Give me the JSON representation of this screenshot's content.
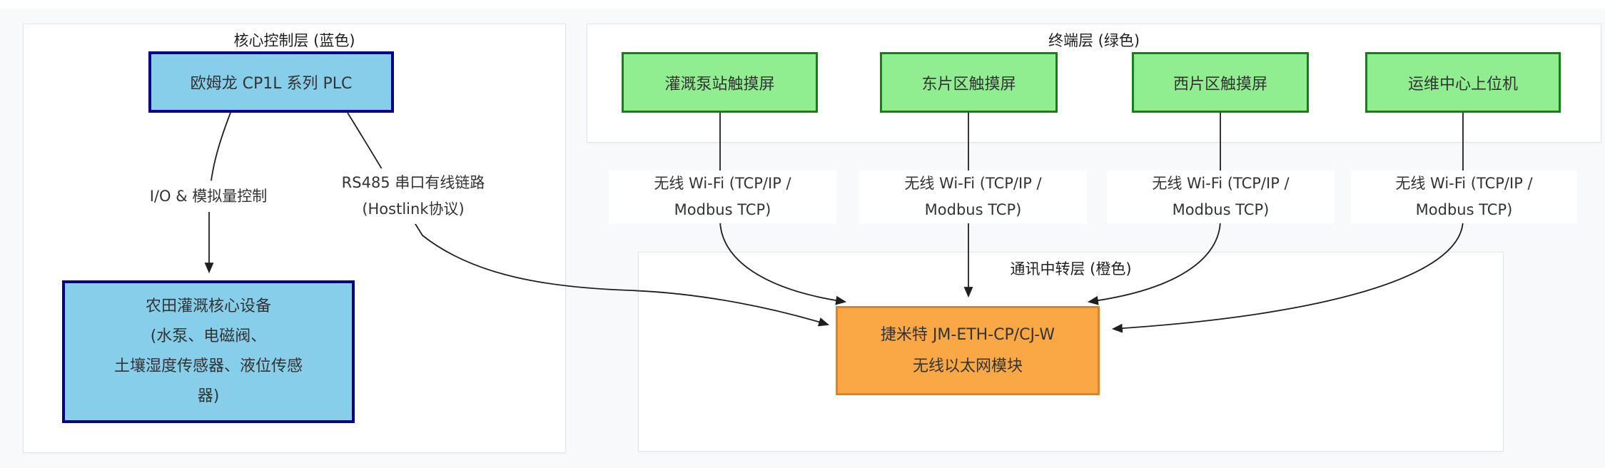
{
  "page": {
    "background": "#f8f9fb"
  },
  "diagram": {
    "clusters": {
      "core": {
        "title": "核心控制层 (蓝色)"
      },
      "terminal": {
        "title": "终端层 (绿色)"
      },
      "relay": {
        "title": "通讯中转层 (橙色)"
      }
    },
    "nodes": {
      "plc": {
        "label": "欧姆龙 CP1L 系列 PLC"
      },
      "device": {
        "lines": [
          "农田灌溉核心设备",
          "(水泵、电磁阀、",
          "土壤湿度传感器、液位传感",
          "器)"
        ]
      },
      "hmi_pump": {
        "label": "灌溉泵站触摸屏"
      },
      "hmi_east": {
        "label": "东片区触摸屏"
      },
      "hmi_west": {
        "label": "西片区触摸屏"
      },
      "ops_pc": {
        "label": "运维中心上位机"
      },
      "module": {
        "lines": [
          "捷米特 JM-ETH-CP/CJ-W",
          "无线以太网模块"
        ]
      }
    },
    "edges": [
      {
        "from": "plc",
        "to": "device",
        "label_lines": [
          "I/O & 模拟量控制"
        ]
      },
      {
        "from": "plc",
        "to": "module",
        "label_lines": [
          "RS485 串口有线链路",
          "(Hostlink协议)"
        ]
      },
      {
        "from": "hmi_pump",
        "to": "module",
        "label_lines": [
          "无线 Wi-Fi (TCP/IP /",
          "Modbus TCP)"
        ]
      },
      {
        "from": "hmi_east",
        "to": "module",
        "label_lines": [
          "无线 Wi-Fi (TCP/IP /",
          "Modbus TCP)"
        ]
      },
      {
        "from": "hmi_west",
        "to": "module",
        "label_lines": [
          "无线 Wi-Fi (TCP/IP /",
          "Modbus TCP)"
        ]
      },
      {
        "from": "ops_pc",
        "to": "module",
        "label_lines": [
          "无线 Wi-Fi (TCP/IP /",
          "Modbus TCP)"
        ]
      }
    ],
    "colors": {
      "blue_fill": "#87CEEB",
      "blue_border": "#00008B",
      "green_fill": "#90EE90",
      "green_border": "#1A7D1A",
      "orange_fill": "#F9A845",
      "orange_border": "#E08228",
      "edge": "#1f1f1f"
    }
  }
}
